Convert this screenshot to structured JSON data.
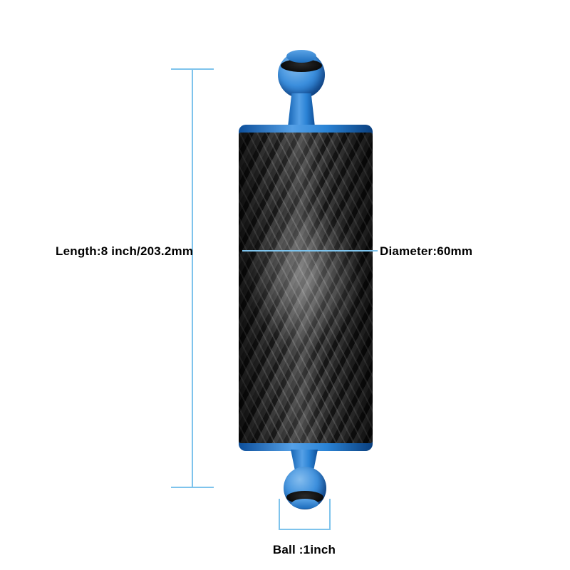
{
  "page": {
    "background_color": "#ffffff"
  },
  "product": {
    "description": "carbon fiber float arm with dual ball mounts",
    "colors": {
      "ball_blue": "#3c8fdd",
      "cap_blue": "#2b84d6",
      "carbon_dark": "#141414",
      "oring_black": "#0b0b0b"
    }
  },
  "annotations": {
    "line_color": "#7ec3ec",
    "text_color": "#000000",
    "length": {
      "label": "Length:8 inch/203.2mm"
    },
    "diameter": {
      "label": "Diameter:60mm"
    },
    "ball": {
      "label": "Ball :1inch"
    }
  }
}
